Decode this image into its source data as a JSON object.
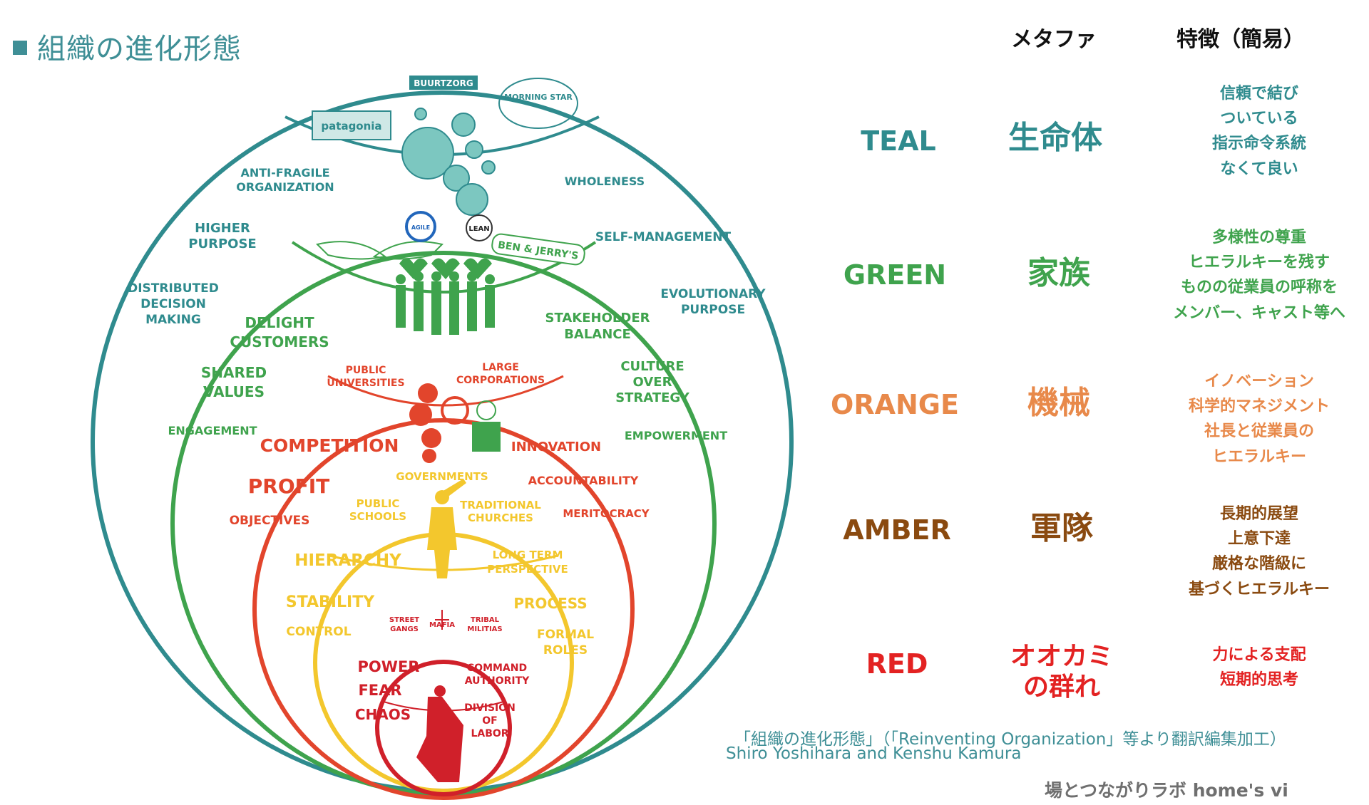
{
  "title": "組織の進化形態",
  "headers": {
    "metaphor": "メタファ",
    "features": "特徴（簡易）"
  },
  "colors": {
    "teal": "#2f8b8e",
    "green": "#3fa34d",
    "orange": "#e8894a",
    "amber": "#8a4a10",
    "red": "#e32222",
    "title": "#3f8f96",
    "inner_amber": "#f3c72d",
    "inner_orange": "#e2452c",
    "inner_red": "#d0202a"
  },
  "levels": [
    {
      "name": "TEAL",
      "metaphor": "生命体",
      "traits": [
        "信頼で結び",
        "ついている",
        "指示命令系統",
        "なくて良い"
      ]
    },
    {
      "name": "GREEN",
      "metaphor": "家族",
      "traits": [
        "多様性の尊重",
        "ヒエラルキーを残す",
        "ものの従業員の呼称を",
        "メンバー、キャスト等へ"
      ]
    },
    {
      "name": "ORANGE",
      "metaphor": "機械",
      "traits": [
        "イノベーション",
        "科学的マネジメント",
        "社長と従業員の",
        "ヒエラルキー"
      ]
    },
    {
      "name": "AMBER",
      "metaphor": "軍隊",
      "traits": [
        "長期的展望",
        "上意下達",
        "厳格な階級に",
        "基づくヒエラルキー"
      ]
    },
    {
      "name": "RED",
      "metaphor_lines": [
        "オオカミ",
        "の群れ"
      ],
      "traits": [
        "力による支配",
        "短期的思考"
      ]
    }
  ],
  "diagram": {
    "teal": {
      "logos": [
        "patagonia",
        "BUURTZORG",
        "MORNING STAR"
      ],
      "labels": [
        "ANTI-FRAGILE",
        "ORGANIZATION",
        "WHOLENESS",
        "HIGHER",
        "PURPOSE",
        "DISTRIBUTED",
        "DECISION",
        "MAKING",
        "SELF-MANAGEMENT",
        "EVOLUTIONARY",
        "PURPOSE"
      ]
    },
    "green": {
      "logos": [
        "AGILE",
        "LEAN",
        "BEN & JERRY'S"
      ],
      "labels": [
        "DELIGHT",
        "CUSTOMERS",
        "STAKEHOLDER",
        "BALANCE",
        "SHARED",
        "VALUES",
        "CULTURE",
        "OVER",
        "STRATEGY",
        "ENGAGEMENT",
        "EMPOWERMENT"
      ]
    },
    "orange": {
      "labels": [
        "PUBLIC",
        "UNIVERSITIES",
        "LARGE",
        "CORPORATIONS",
        "COMPETITION",
        "INNOVATION",
        "PROFIT",
        "ACCOUNTABILITY",
        "OBJECTIVES",
        "MERITOCRACY"
      ]
    },
    "amber": {
      "labels": [
        "GOVERNMENTS",
        "PUBLIC",
        "SCHOOLS",
        "TRADITIONAL",
        "CHURCHES",
        "HIERARCHY",
        "LONG TERM",
        "PERSPECTIVE",
        "STABILITY",
        "PROCESS",
        "CONTROL",
        "FORMAL",
        "ROLES"
      ]
    },
    "red": {
      "labels": [
        "STREET",
        "GANGS",
        "MAFIA",
        "TRIBAL",
        "MILITIAS",
        "POWER",
        "FEAR",
        "CHAOS",
        "COMMAND",
        "AUTHORITY",
        "DIVISION",
        "OF",
        "LABOR"
      ]
    }
  },
  "caption": {
    "line1": "「組織の進化形態」（「Reinventing Organization」等より翻訳編集加工）",
    "line2": "Shiro Yoshihara and Kenshu Kamura"
  },
  "brand": "場とつながりラボ home's vi"
}
